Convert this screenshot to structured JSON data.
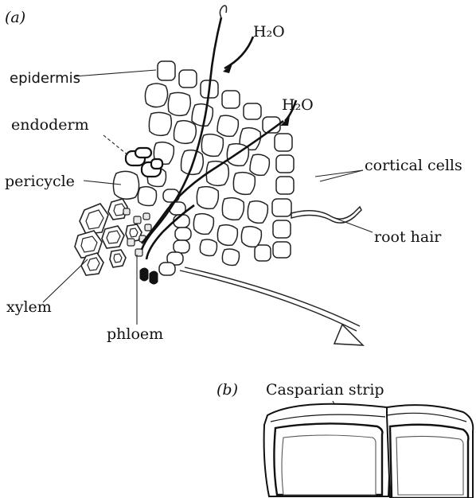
{
  "panel_a": {
    "panel_label": "(a)",
    "labels": {
      "water_top": "H₂O",
      "water_mid": "H₂O",
      "epidermis": "epidermis",
      "endoderm": "endoderm",
      "pericycle": "pericycle",
      "cortical_cells": "cortical cells",
      "root_hair": "root hair",
      "xylem": "xylem",
      "phloem": "phloem"
    }
  },
  "panel_b": {
    "panel_label": "(b)",
    "labels": {
      "casparian_strip": "Casparian strip"
    }
  }
}
